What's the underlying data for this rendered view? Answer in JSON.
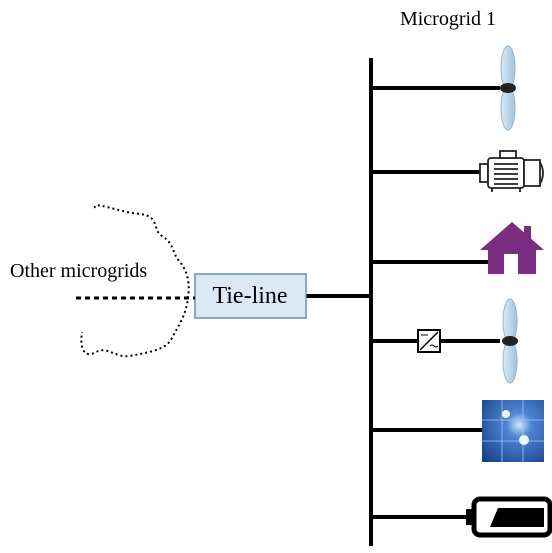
{
  "diagram": {
    "bus_title": "Microgrid 1",
    "left_label": "Other microgrids",
    "tie_line_label": "Tie-line",
    "colors": {
      "tie_box_fill": "#dbe8f5",
      "tie_box_stroke": "#6a8fb8",
      "house": "#7b2d82",
      "turbine_blade": "#bcd7ea",
      "solar_panel": "#2f5aa8",
      "battery": "#000000"
    },
    "feeders": [
      {
        "icon": "wind-turbine-icon"
      },
      {
        "icon": "diesel-engine-icon"
      },
      {
        "icon": "house-load-icon"
      },
      {
        "icon": "wind-turbine-icon",
        "has_converter": true
      },
      {
        "icon": "solar-panel-icon"
      },
      {
        "icon": "battery-icon"
      }
    ]
  }
}
